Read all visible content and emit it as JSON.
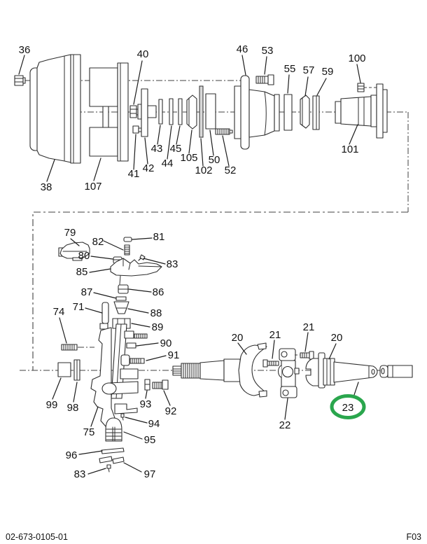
{
  "document": {
    "footer_left": "02-673-0105-01",
    "footer_right": "F03",
    "highlight_color": "#2aa64d",
    "highlighted_part": "23"
  },
  "labels": [
    {
      "text": "36"
    },
    {
      "text": "40"
    },
    {
      "text": "38"
    },
    {
      "text": "107"
    },
    {
      "text": "41"
    },
    {
      "text": "42"
    },
    {
      "text": "43"
    },
    {
      "text": "44"
    },
    {
      "text": "45"
    },
    {
      "text": "105"
    },
    {
      "text": "102"
    },
    {
      "text": "50"
    },
    {
      "text": "52"
    },
    {
      "text": "46"
    },
    {
      "text": "53"
    },
    {
      "text": "55"
    },
    {
      "text": "57"
    },
    {
      "text": "59"
    },
    {
      "text": "100"
    },
    {
      "text": "101"
    },
    {
      "text": "79"
    },
    {
      "text": "82"
    },
    {
      "text": "81"
    },
    {
      "text": "80"
    },
    {
      "text": "83"
    },
    {
      "text": "85"
    },
    {
      "text": "87"
    },
    {
      "text": "86"
    },
    {
      "text": "71"
    },
    {
      "text": "74"
    },
    {
      "text": "88"
    },
    {
      "text": "89"
    },
    {
      "text": "90"
    },
    {
      "text": "91"
    },
    {
      "text": "99"
    },
    {
      "text": "98"
    },
    {
      "text": "93"
    },
    {
      "text": "92"
    },
    {
      "text": "75"
    },
    {
      "text": "94"
    },
    {
      "text": "95"
    },
    {
      "text": "96"
    },
    {
      "text": "83"
    },
    {
      "text": "97"
    },
    {
      "text": "20"
    },
    {
      "text": "21"
    },
    {
      "text": "21"
    },
    {
      "text": "20"
    },
    {
      "text": "22"
    },
    {
      "text": "23"
    }
  ]
}
